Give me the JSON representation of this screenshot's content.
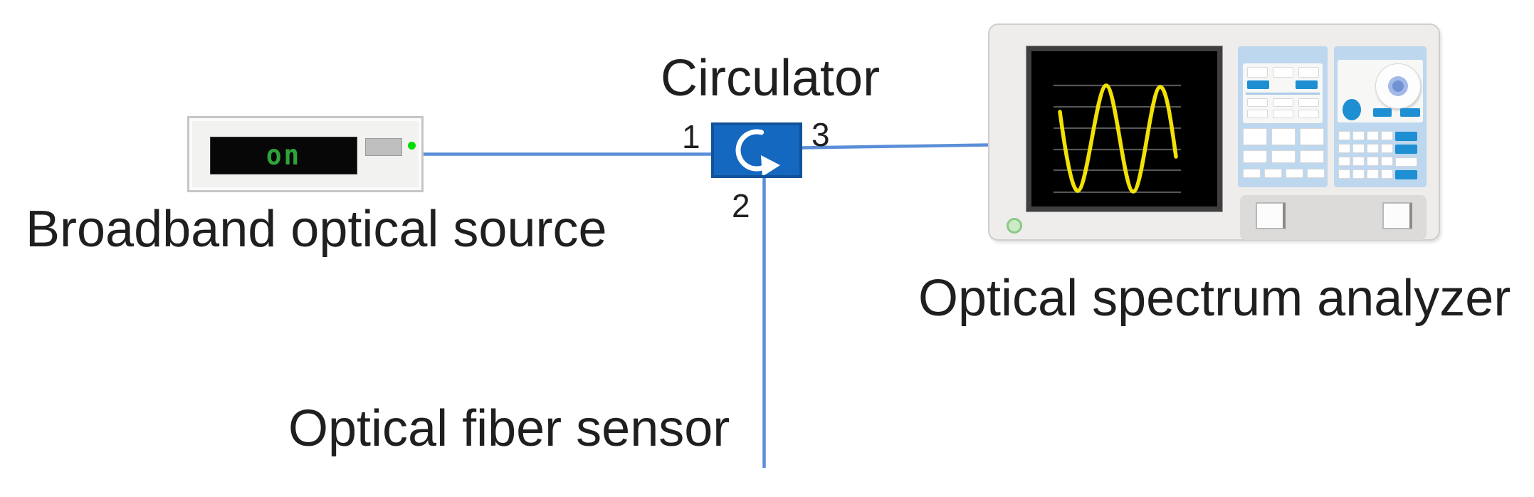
{
  "labels": {
    "source": "Broadband optical source",
    "circulator": "Circulator",
    "fiber_sensor": "Optical fiber sensor",
    "analyzer": "Optical spectrum analyzer"
  },
  "circulator_ports": {
    "port1": "1",
    "port2": "2",
    "port3": "3"
  },
  "source_device": {
    "display_text": "on"
  },
  "icons": {
    "circulation_arrow": "clockwise-circulation-arrow-icon",
    "sine_wave": "sine-wave-trace-icon"
  },
  "colors": {
    "text": "#1f1f1f",
    "connector": "#5b8ed8",
    "circulator_fill": "#1568c0",
    "circulator_border": "#11529b",
    "panel_blue": "#bdd7ee",
    "key_blue": "#1e8fd2",
    "wave_yellow": "#f2e106",
    "grid_gray": "#555555",
    "seven_segment_green": "#2fa33a",
    "led_green": "#00dc00"
  }
}
